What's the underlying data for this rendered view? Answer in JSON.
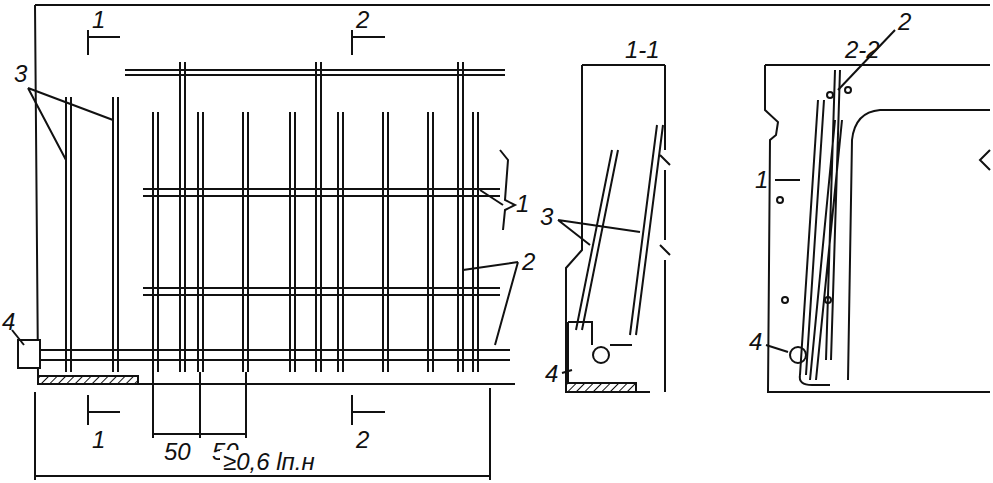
{
  "diagram": {
    "labels": [
      "1",
      "2",
      "3",
      "1",
      "2",
      "4",
      "1",
      "2",
      "50",
      "50",
      "≥0,6 lп.н",
      "1-1",
      "3",
      "4",
      "2-2",
      "2",
      "1",
      "4"
    ]
  }
}
